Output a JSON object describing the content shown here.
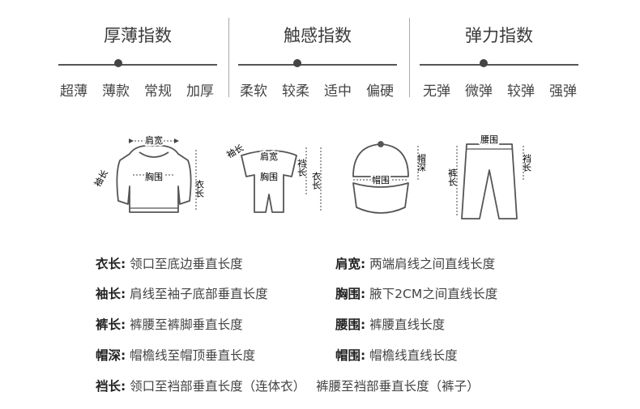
{
  "indices": [
    {
      "title": "厚薄指数",
      "options": [
        "超薄",
        "薄款",
        "常规",
        "加厚"
      ]
    },
    {
      "title": "触感指数",
      "options": [
        "柔软",
        "较柔",
        "适中",
        "偏硬"
      ]
    },
    {
      "title": "弹力指数",
      "options": [
        "无弹",
        "微弹",
        "较弹",
        "强弹"
      ]
    }
  ],
  "icon_labels": {
    "hoodie": {
      "shoulder": "肩宽",
      "chest": "胸围",
      "sleeve": "袖长",
      "length": "衣长"
    },
    "romper": {
      "sleeve": "袖长",
      "shoulder": "肩宽",
      "chest": "胸围",
      "crotch": "裆长",
      "length": "衣长"
    },
    "cap": {
      "circ": "帽围",
      "depth": "帽深"
    },
    "pants": {
      "waist": "腰围",
      "length": "裤长",
      "crotch": "裆长"
    }
  },
  "definitions": [
    {
      "term": "衣长:",
      "text": "领口至底边垂直长度"
    },
    {
      "term": "肩宽:",
      "text": "两端肩线之间直线长度"
    },
    {
      "term": "袖长:",
      "text": "肩线至袖子底部垂直长度"
    },
    {
      "term": "胸围:",
      "text": "腋下2CM之间直线长度"
    },
    {
      "term": "裤长:",
      "text": "裤腰至裤脚垂直长度"
    },
    {
      "term": "腰围:",
      "text": "裤腰直线长度"
    },
    {
      "term": "帽深:",
      "text": "帽檐线至帽顶垂直长度"
    },
    {
      "term": "帽围:",
      "text": "帽檐线直线长度"
    },
    {
      "term": "裆长:",
      "text": "领口至裆部垂直长度（连体衣）",
      "text2": "裤腰至裆部垂直长度（裤子）"
    }
  ]
}
